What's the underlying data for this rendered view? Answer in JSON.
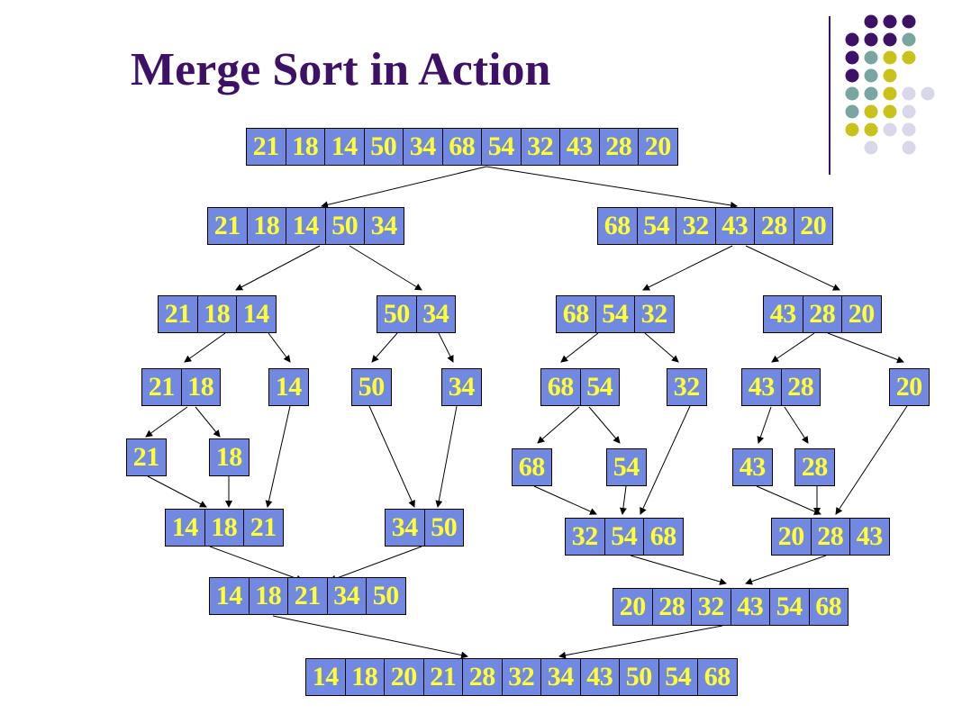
{
  "title": "Merge Sort in Action",
  "colors": {
    "cell_fill": "#7189e0",
    "cell_text": "#ffff33",
    "title": "#3d1166",
    "dot_purple": "#3d1166",
    "dot_teal": "#7aa6a2",
    "dot_yellow": "#c9c21a",
    "dot_lavender": "#d8d8ea"
  },
  "arrays": [
    {
      "id": "a0",
      "values": [
        "21",
        "18",
        "14",
        "50",
        "34",
        "68",
        "54",
        "32",
        "43",
        "28",
        "20"
      ]
    },
    {
      "id": "a1",
      "values": [
        "21",
        "18",
        "14",
        "50",
        "34"
      ]
    },
    {
      "id": "a2",
      "values": [
        "68",
        "54",
        "32",
        "43",
        "28",
        "20"
      ]
    },
    {
      "id": "a3",
      "values": [
        "21",
        "18",
        "14"
      ]
    },
    {
      "id": "a4",
      "values": [
        "50",
        "34"
      ]
    },
    {
      "id": "a5",
      "values": [
        "68",
        "54",
        "32"
      ]
    },
    {
      "id": "a6",
      "values": [
        "43",
        "28",
        "20"
      ]
    },
    {
      "id": "a7",
      "values": [
        "21",
        "18"
      ]
    },
    {
      "id": "a8",
      "values": [
        "14"
      ]
    },
    {
      "id": "a9",
      "values": [
        "50"
      ]
    },
    {
      "id": "a10",
      "values": [
        "34"
      ]
    },
    {
      "id": "a11",
      "values": [
        "68",
        "54"
      ]
    },
    {
      "id": "a12",
      "values": [
        "32"
      ]
    },
    {
      "id": "a13",
      "values": [
        "43",
        "28"
      ]
    },
    {
      "id": "a14",
      "values": [
        "20"
      ]
    },
    {
      "id": "a15",
      "values": [
        "21"
      ]
    },
    {
      "id": "a16",
      "values": [
        "18"
      ]
    },
    {
      "id": "a17",
      "values": [
        "68"
      ]
    },
    {
      "id": "a18",
      "values": [
        "54"
      ]
    },
    {
      "id": "a19",
      "values": [
        "43"
      ]
    },
    {
      "id": "a20",
      "values": [
        "28"
      ]
    },
    {
      "id": "a21",
      "values": [
        "14",
        "18",
        "21"
      ]
    },
    {
      "id": "a22",
      "values": [
        "34",
        "50"
      ]
    },
    {
      "id": "a23",
      "values": [
        "32",
        "54",
        "68"
      ]
    },
    {
      "id": "a24",
      "values": [
        "20",
        "28",
        "43"
      ]
    },
    {
      "id": "a25",
      "values": [
        "14",
        "18",
        "21",
        "34",
        "50"
      ]
    },
    {
      "id": "a26",
      "values": [
        "20",
        "28",
        "32",
        "43",
        "54",
        "68"
      ]
    },
    {
      "id": "a27",
      "values": [
        "14",
        "18",
        "20",
        "21",
        "28",
        "32",
        "34",
        "43",
        "50",
        "54",
        "68"
      ]
    }
  ]
}
